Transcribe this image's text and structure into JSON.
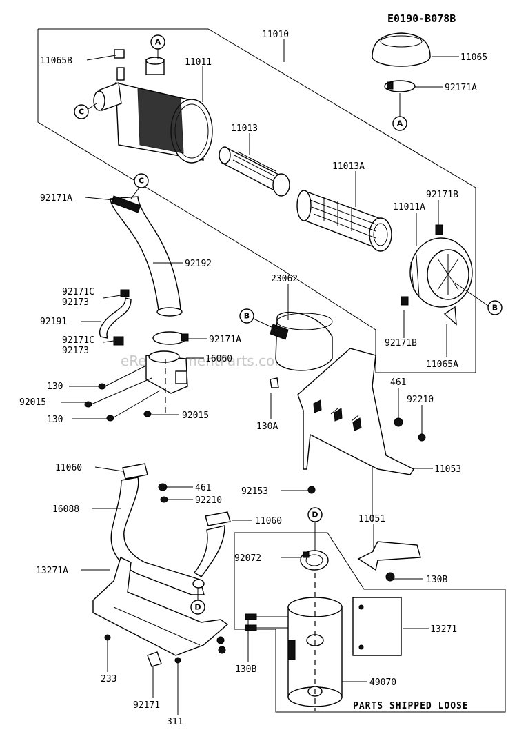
{
  "diagram_code": "E0190-B078B",
  "watermark": "eReplacementParts.com",
  "note": "PARTS SHIPPED LOOSE",
  "ref_letters": {
    "A": "A",
    "B": "B",
    "C": "C",
    "D": "D"
  },
  "parts": {
    "p11010": "11010",
    "p11065": "11065",
    "p11065B": "11065B",
    "p11011": "11011",
    "p92171A_top": "92171A",
    "p11013": "11013",
    "p11013A": "11013A",
    "p92171B_top": "92171B",
    "p11011A": "11011A",
    "p92171A_left": "92171A",
    "p92192": "92192",
    "p23062": "23062",
    "p92171C_a": "92171C",
    "p92173_a": "92173",
    "p92191": "92191",
    "p92171C_b": "92171C",
    "p92173_b": "92173",
    "p92171A_mid": "92171A",
    "p16060": "16060",
    "p92171B_bot": "92171B",
    "p11065A": "11065A",
    "p130_a": "130",
    "p92015_a": "92015",
    "p130_b": "130",
    "p92015_b": "92015",
    "p461_a": "461",
    "p92210_a": "92210",
    "p130A": "130A",
    "p11060_a": "11060",
    "p461_b": "461",
    "p92210_b": "92210",
    "p11053": "11053",
    "p92153": "92153",
    "p16088": "16088",
    "p11060_b": "11060",
    "p11051": "11051",
    "p92072": "92072",
    "p13271A": "13271A",
    "p130B_a": "130B",
    "p13271": "13271",
    "p233": "233",
    "p130B_b": "130B",
    "p49070": "49070",
    "p92171_bot": "92171",
    "p311": "311"
  }
}
